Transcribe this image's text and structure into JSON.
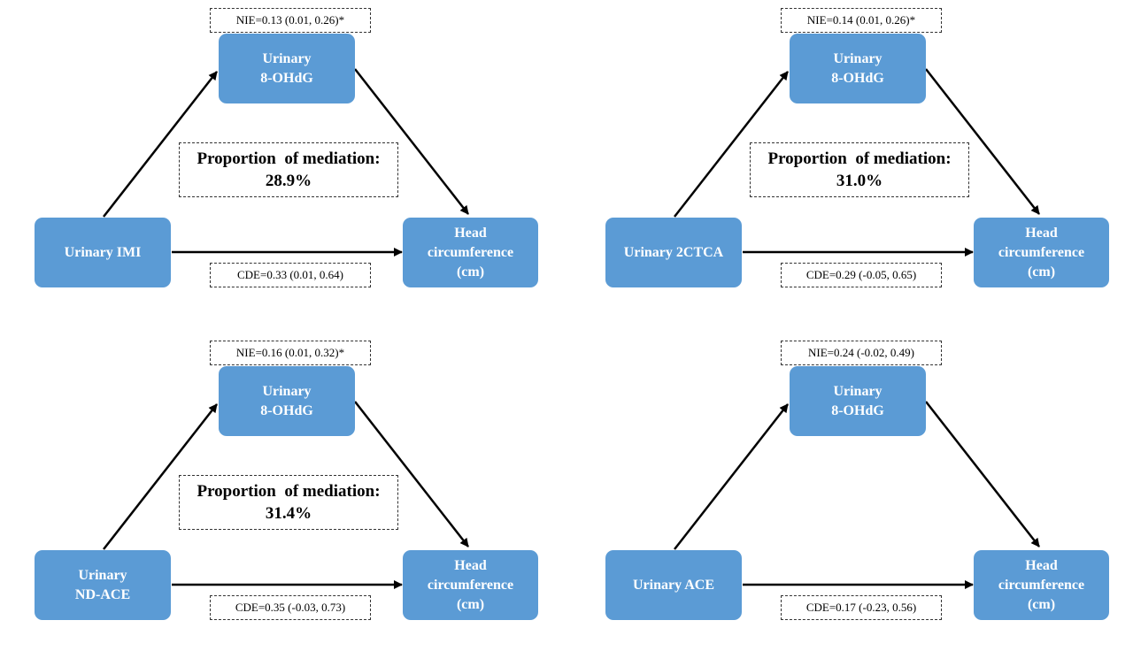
{
  "panels": [
    {
      "exposure": [
        "Urinary IMI"
      ],
      "mediator": [
        "Urinary",
        "8-OHdG"
      ],
      "outcome": [
        "Head",
        "circumference",
        "(cm)"
      ],
      "nie": "NIE=0.13 (0.01, 0.26)*",
      "cde": "CDE=0.33 (0.01, 0.64)",
      "proportion_label": "Proportion  of mediation:",
      "proportion_value": "28.9%"
    },
    {
      "exposure": [
        "Urinary 2CTCA"
      ],
      "mediator": [
        "Urinary",
        "8-OHdG"
      ],
      "outcome": [
        "Head",
        "circumference",
        "(cm)"
      ],
      "nie": "NIE=0.14 (0.01, 0.26)*",
      "cde": "CDE=0.29 (-0.05, 0.65)",
      "proportion_label": "Proportion  of mediation:",
      "proportion_value": "31.0%"
    },
    {
      "exposure": [
        "Urinary",
        "ND-ACE"
      ],
      "mediator": [
        "Urinary",
        "8-OHdG"
      ],
      "outcome": [
        "Head",
        "circumference",
        "(cm)"
      ],
      "nie": "NIE=0.16 (0.01, 0.32)*",
      "cde": "CDE=0.35 (-0.03, 0.73)",
      "proportion_label": "Proportion  of mediation:",
      "proportion_value": "31.4%"
    },
    {
      "exposure": [
        "Urinary ACE"
      ],
      "mediator": [
        "Urinary",
        "8-OHdG"
      ],
      "outcome": [
        "Head",
        "circumference",
        "(cm)"
      ],
      "nie": "NIE=0.24 (-0.02, 0.49)",
      "cde": "CDE=0.17 (-0.23, 0.56)",
      "proportion_label": "",
      "proportion_value": ""
    }
  ],
  "colors": {
    "node_fill": "#5b9bd5",
    "node_text": "#ffffff",
    "arrow": "#000000",
    "dashed_border": "#333333"
  }
}
